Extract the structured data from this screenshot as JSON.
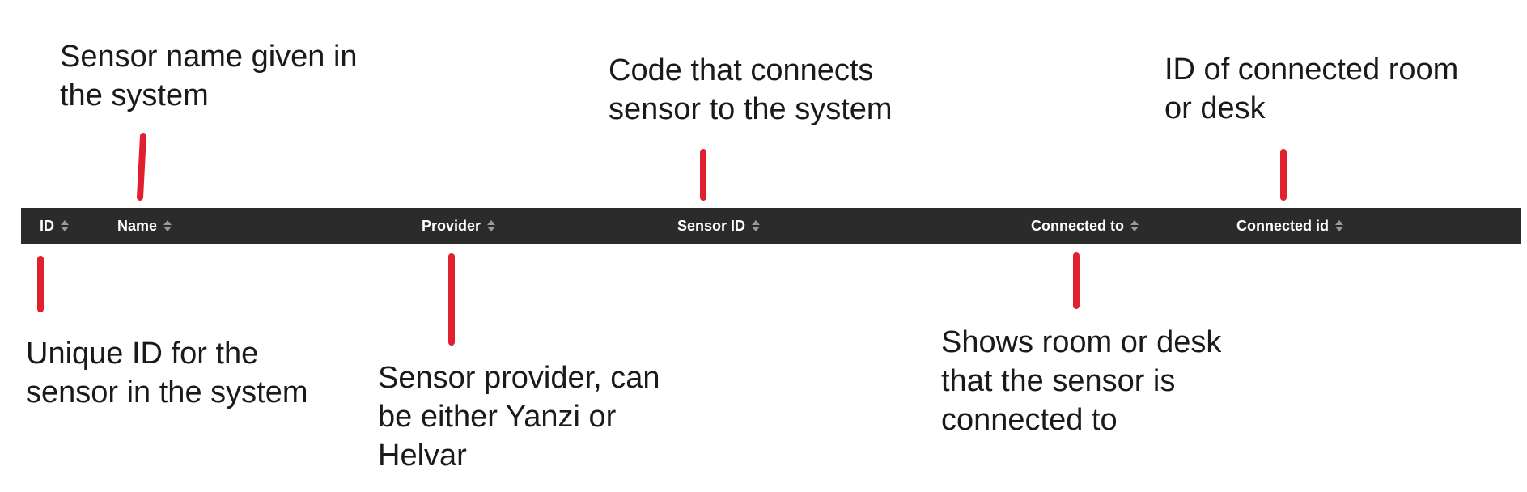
{
  "table_header": {
    "columns": [
      {
        "label": "ID"
      },
      {
        "label": "Name"
      },
      {
        "label": "Provider"
      },
      {
        "label": "Sensor ID"
      },
      {
        "label": "Connected to"
      },
      {
        "label": "Connected id"
      }
    ]
  },
  "annotations": {
    "name": [
      "Sensor name given in",
      "the system"
    ],
    "sensor_id": [
      "Code that connects",
      "sensor to the system"
    ],
    "connected_id": [
      "ID of connected room",
      "or desk"
    ],
    "id": [
      "Unique ID for the",
      "sensor in the system"
    ],
    "provider": [
      "Sensor provider, can",
      "be either Yanzi or",
      "Helvar"
    ],
    "connected_to": [
      "Shows room or desk",
      "that the sensor is",
      "connected to"
    ]
  },
  "colors": {
    "header_background": "#2b2b2b",
    "header_text": "#ffffff",
    "sort_icon": "#9a9a9a",
    "marker": "#e0202e"
  },
  "icons": {
    "sort": "sort-arrows-icon"
  }
}
